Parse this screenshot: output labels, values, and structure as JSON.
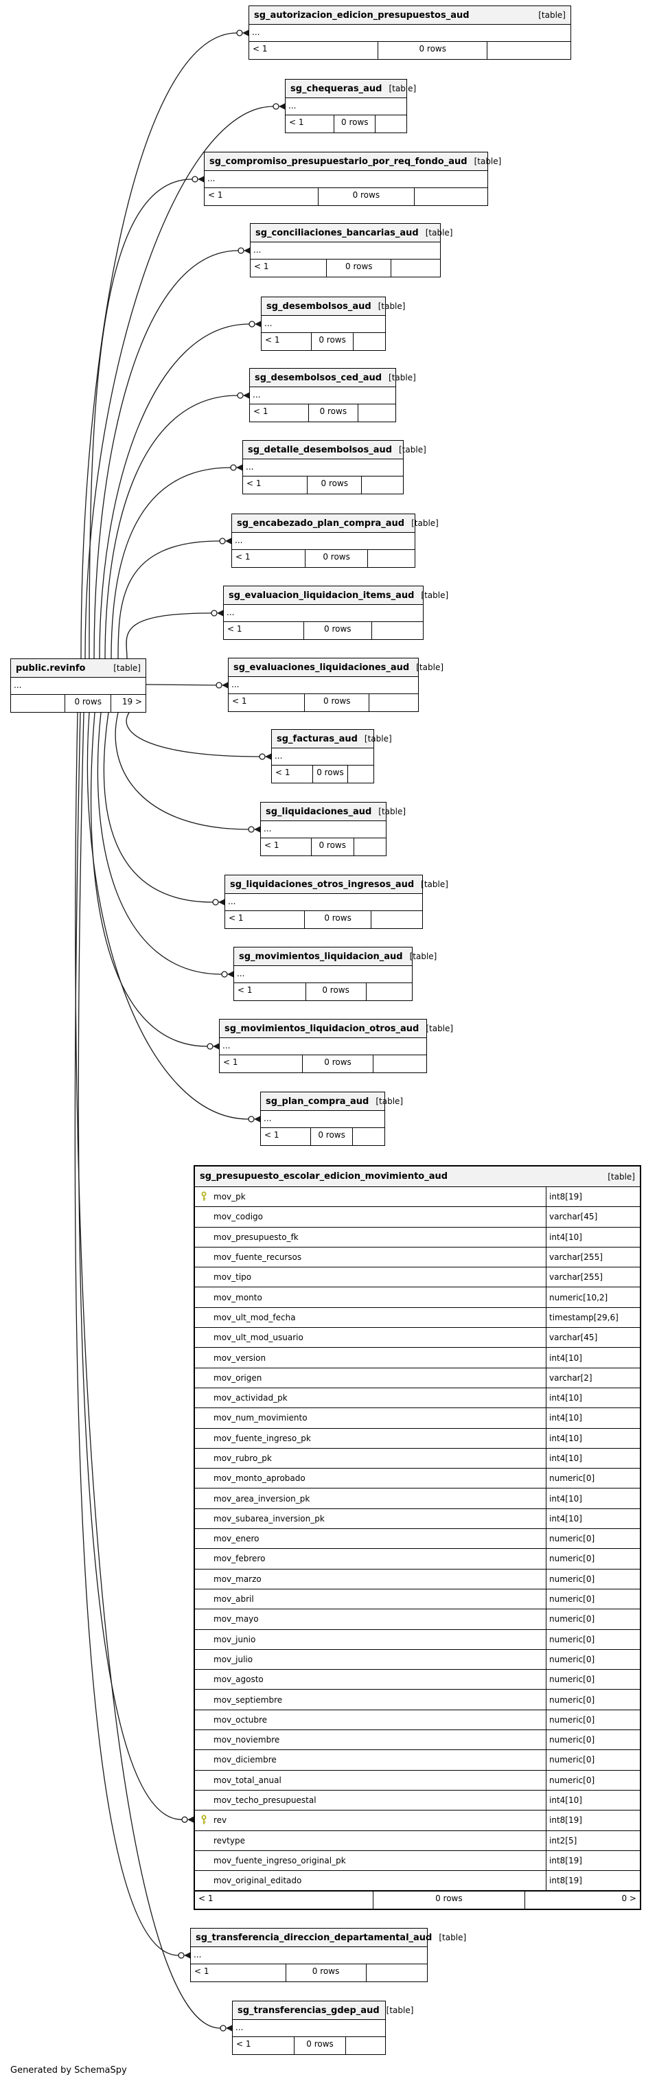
{
  "page": {
    "generator_note": "Generated by SchemaSpy"
  },
  "colors": {
    "header_bg": "#f2f2f2",
    "border": "#000000",
    "key_icon": "#b2b21b",
    "line": "#1a1a1a"
  },
  "revinfo": {
    "name": "public.revinfo",
    "tag": "[table]",
    "dots": "...",
    "footer": {
      "left": "",
      "center": "0 rows",
      "right": "19 >"
    }
  },
  "tables": [
    {
      "name": "sg_autorizacion_edicion_presupuestos_aud",
      "tag": "[table]",
      "dots": "...",
      "footer": {
        "left": "< 1",
        "center": "0 rows",
        "right": ""
      }
    },
    {
      "name": "sg_chequeras_aud",
      "tag": "[table]",
      "dots": "...",
      "footer": {
        "left": "< 1",
        "center": "0 rows",
        "right": ""
      }
    },
    {
      "name": "sg_compromiso_presupuestario_por_req_fondo_aud",
      "tag": "[table]",
      "dots": "...",
      "footer": {
        "left": "< 1",
        "center": "0 rows",
        "right": ""
      }
    },
    {
      "name": "sg_conciliaciones_bancarias_aud",
      "tag": "[table]",
      "dots": "...",
      "footer": {
        "left": "< 1",
        "center": "0 rows",
        "right": ""
      }
    },
    {
      "name": "sg_desembolsos_aud",
      "tag": "[table]",
      "dots": "...",
      "footer": {
        "left": "< 1",
        "center": "0 rows",
        "right": ""
      }
    },
    {
      "name": "sg_desembolsos_ced_aud",
      "tag": "[table]",
      "dots": "...",
      "footer": {
        "left": "< 1",
        "center": "0 rows",
        "right": ""
      }
    },
    {
      "name": "sg_detalle_desembolsos_aud",
      "tag": "[table]",
      "dots": "...",
      "footer": {
        "left": "< 1",
        "center": "0 rows",
        "right": ""
      }
    },
    {
      "name": "sg_encabezado_plan_compra_aud",
      "tag": "[table]",
      "dots": "...",
      "footer": {
        "left": "< 1",
        "center": "0 rows",
        "right": ""
      }
    },
    {
      "name": "sg_evaluacion_liquidacion_items_aud",
      "tag": "[table]",
      "dots": "...",
      "footer": {
        "left": "< 1",
        "center": "0 rows",
        "right": ""
      }
    },
    {
      "name": "sg_evaluaciones_liquidaciones_aud",
      "tag": "[table]",
      "dots": "...",
      "footer": {
        "left": "< 1",
        "center": "0 rows",
        "right": ""
      }
    },
    {
      "name": "sg_facturas_aud",
      "tag": "[table]",
      "dots": "...",
      "footer": {
        "left": "< 1",
        "center": "0 rows",
        "right": ""
      }
    },
    {
      "name": "sg_liquidaciones_aud",
      "tag": "[table]",
      "dots": "...",
      "footer": {
        "left": "< 1",
        "center": "0 rows",
        "right": ""
      }
    },
    {
      "name": "sg_liquidaciones_otros_ingresos_aud",
      "tag": "[table]",
      "dots": "...",
      "footer": {
        "left": "< 1",
        "center": "0 rows",
        "right": ""
      }
    },
    {
      "name": "sg_movimientos_liquidacion_aud",
      "tag": "[table]",
      "dots": "...",
      "footer": {
        "left": "< 1",
        "center": "0 rows",
        "right": ""
      }
    },
    {
      "name": "sg_movimientos_liquidacion_otros_aud",
      "tag": "[table]",
      "dots": "...",
      "footer": {
        "left": "< 1",
        "center": "0 rows",
        "right": ""
      }
    },
    {
      "name": "sg_plan_compra_aud",
      "tag": "[table]",
      "dots": "...",
      "footer": {
        "left": "< 1",
        "center": "0 rows",
        "right": ""
      }
    },
    {
      "name": "sg_transferencia_direccion_departamental_aud",
      "tag": "[table]",
      "dots": "...",
      "footer": {
        "left": "< 1",
        "center": "0 rows",
        "right": ""
      }
    },
    {
      "name": "sg_transferencias_gdep_aud",
      "tag": "[table]",
      "dots": "...",
      "footer": {
        "left": "< 1",
        "center": "0 rows",
        "right": ""
      }
    }
  ],
  "big_table": {
    "name": "sg_presupuesto_escolar_edicion_movimiento_aud",
    "tag": "[table]",
    "footer": {
      "left": "< 1",
      "center": "0 rows",
      "right": "0 >"
    },
    "columns": [
      {
        "name": "mov_pk",
        "type": "int8[19]",
        "pk": true
      },
      {
        "name": "mov_codigo",
        "type": "varchar[45]",
        "pk": false
      },
      {
        "name": "mov_presupuesto_fk",
        "type": "int4[10]",
        "pk": false
      },
      {
        "name": "mov_fuente_recursos",
        "type": "varchar[255]",
        "pk": false
      },
      {
        "name": "mov_tipo",
        "type": "varchar[255]",
        "pk": false
      },
      {
        "name": "mov_monto",
        "type": "numeric[10,2]",
        "pk": false
      },
      {
        "name": "mov_ult_mod_fecha",
        "type": "timestamp[29,6]",
        "pk": false
      },
      {
        "name": "mov_ult_mod_usuario",
        "type": "varchar[45]",
        "pk": false
      },
      {
        "name": "mov_version",
        "type": "int4[10]",
        "pk": false
      },
      {
        "name": "mov_origen",
        "type": "varchar[2]",
        "pk": false
      },
      {
        "name": "mov_actividad_pk",
        "type": "int4[10]",
        "pk": false
      },
      {
        "name": "mov_num_movimiento",
        "type": "int4[10]",
        "pk": false
      },
      {
        "name": "mov_fuente_ingreso_pk",
        "type": "int4[10]",
        "pk": false
      },
      {
        "name": "mov_rubro_pk",
        "type": "int4[10]",
        "pk": false
      },
      {
        "name": "mov_monto_aprobado",
        "type": "numeric[0]",
        "pk": false
      },
      {
        "name": "mov_area_inversion_pk",
        "type": "int4[10]",
        "pk": false
      },
      {
        "name": "mov_subarea_inversion_pk",
        "type": "int4[10]",
        "pk": false
      },
      {
        "name": "mov_enero",
        "type": "numeric[0]",
        "pk": false
      },
      {
        "name": "mov_febrero",
        "type": "numeric[0]",
        "pk": false
      },
      {
        "name": "mov_marzo",
        "type": "numeric[0]",
        "pk": false
      },
      {
        "name": "mov_abril",
        "type": "numeric[0]",
        "pk": false
      },
      {
        "name": "mov_mayo",
        "type": "numeric[0]",
        "pk": false
      },
      {
        "name": "mov_junio",
        "type": "numeric[0]",
        "pk": false
      },
      {
        "name": "mov_julio",
        "type": "numeric[0]",
        "pk": false
      },
      {
        "name": "mov_agosto",
        "type": "numeric[0]",
        "pk": false
      },
      {
        "name": "mov_septiembre",
        "type": "numeric[0]",
        "pk": false
      },
      {
        "name": "mov_octubre",
        "type": "numeric[0]",
        "pk": false
      },
      {
        "name": "mov_noviembre",
        "type": "numeric[0]",
        "pk": false
      },
      {
        "name": "mov_diciembre",
        "type": "numeric[0]",
        "pk": false
      },
      {
        "name": "mov_total_anual",
        "type": "numeric[0]",
        "pk": false
      },
      {
        "name": "mov_techo_presupuestal",
        "type": "int4[10]",
        "pk": false
      },
      {
        "name": "rev",
        "type": "int8[19]",
        "pk": true
      },
      {
        "name": "revtype",
        "type": "int2[5]",
        "pk": false
      },
      {
        "name": "mov_fuente_ingreso_original_pk",
        "type": "int8[19]",
        "pk": false
      },
      {
        "name": "mov_original_editado",
        "type": "int8[19]",
        "pk": false
      }
    ]
  }
}
